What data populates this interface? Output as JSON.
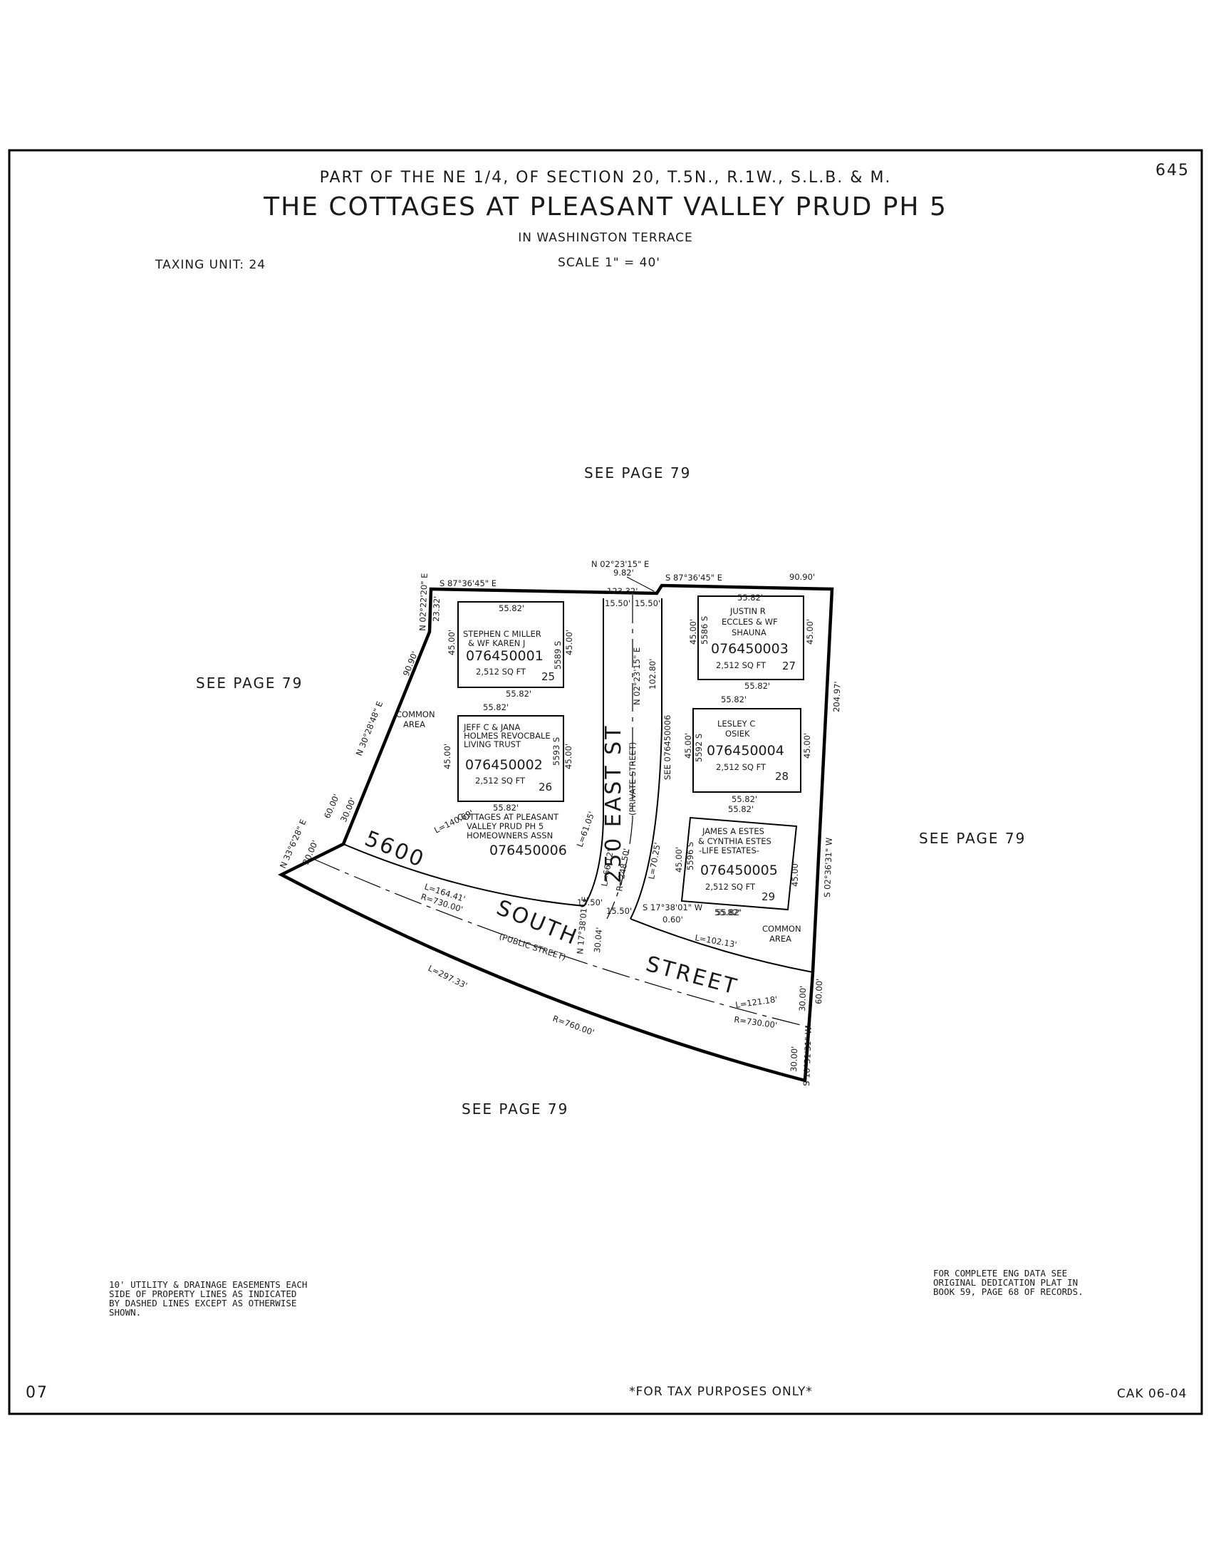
{
  "header": {
    "section_line": "PART OF THE NE 1/4, OF SECTION 20, T.5N., R.1W., S.L.B. & M.",
    "title": "THE COTTAGES AT PLEASANT VALLEY PRUD PH 5",
    "location": "IN WASHINGTON TERRACE",
    "scale": "SCALE 1\" = 40'",
    "taxing_unit": "TAXING UNIT: 24",
    "page_number": "645"
  },
  "see_pages": {
    "top": "SEE PAGE 79",
    "left": "SEE PAGE 79",
    "right": "SEE PAGE 79",
    "bottom": "SEE PAGE 79"
  },
  "streets": {
    "private_name": "250 EAST ST",
    "private_type": "(PRIVATE STREET)",
    "public_word1": "5600",
    "public_word2": "SOUTH",
    "public_word3": "STREET",
    "public_type": "(PUBLIC STREET)"
  },
  "common_area": {
    "left": [
      "COMMON",
      "AREA"
    ],
    "right": [
      "COMMON",
      "AREA"
    ]
  },
  "lots": [
    {
      "owner": [
        "STEPHEN C MILLER",
        "& WF KAREN J"
      ],
      "parcel": "076450001",
      "area": "2,512 SQ FT",
      "lot": "25",
      "address": "5589 S",
      "top": "55.82'",
      "bottom": "55.82'",
      "left": "45.00'",
      "right": "45.00'"
    },
    {
      "owner": [
        "JEFF C & JANA",
        "HOLMES REVOCBALE",
        "LIVING TRUST"
      ],
      "parcel": "076450002",
      "area": "2,512 SQ FT",
      "lot": "26",
      "address": "5593 S",
      "top": "55.82'",
      "bottom": "55.82'",
      "left": "45.00'",
      "right": "45.00'"
    },
    {
      "owner": [
        "JUSTIN R",
        "ECCLES & WF",
        "SHAUNA"
      ],
      "parcel": "076450003",
      "area": "2,512 SQ FT",
      "lot": "27",
      "address": "5586 S",
      "top": "55.82'",
      "bottom": "55.82'",
      "left": "45.00'",
      "right": "45.00'"
    },
    {
      "owner": [
        "LESLEY C",
        "OSIEK"
      ],
      "parcel": "076450004",
      "area": "2,512 SQ FT",
      "lot": "28",
      "address": "5592 S",
      "top": "55.82'",
      "bottom": "55.82'",
      "left": "45.00'",
      "right": "45.00'"
    },
    {
      "owner": [
        "JAMES A ESTES",
        "& CYNTHIA ESTES",
        "-LIFE ESTATES-"
      ],
      "parcel": "076450005",
      "area": "2,512 SQ FT",
      "lot": "29",
      "address": "5596 S",
      "top": "55.82'",
      "bottom": "55.82'",
      "left": "45.00'",
      "right": "45.00'"
    }
  ],
  "hoa": {
    "lines": [
      "COTTAGES AT PLEASANT",
      "VALLEY PRUD PH 5",
      "HOMEOWNERS ASSN"
    ],
    "parcel": "076450006",
    "see_ref": "SEE 076450006"
  },
  "dimensions": {
    "top_left_bearing": "S 87°36'45\" E",
    "top_right_bearing": "S 87°36'45\" E",
    "top_mid_bearing": "N 02°23'15\" E",
    "top_mid_dist": "9.82'",
    "top_width_total": "123.32'",
    "top_right_dist": "90.90'",
    "row_15_50_a": "15.50'",
    "row_15_50_b": "15.50'",
    "left_short_bearing": "N 02°22'20\" E",
    "left_short_dist": "23.32'",
    "diag_dist": "90.90'",
    "diag_bearing": "N 30°28'48\" E",
    "west_60": "60.00'",
    "west_30a": "30.00'",
    "west_30b": "30.00'",
    "west_bearing": "N 33°6'28\" E",
    "private_bearing": "N 02°23'15\" E",
    "private_dist": "102.80'",
    "east_side_dist": "204.97'",
    "east_bearing": "S 02°36'31\" W",
    "arc_L_140": "L=140.69'",
    "arc_L_61": "L=61.05'",
    "arc_L_66": "L=66.12'",
    "arc_R_248": "R=248.50'",
    "arc_L_70": "L=70.25'",
    "arc_L_164": "L=164.41'",
    "arc_R_730a": "R=730.00'",
    "arc_L_102": "L=102.13'",
    "arc_L_297": "L=297.33'",
    "arc_R_760": "R=760.00'",
    "arc_L_121": "L=121.18'",
    "arc_R_730b": "R=730.00'",
    "street_bearing": "N 17°38'01\" E",
    "street_30": "30.04'",
    "bot_15_50_a": "15.50'",
    "bot_15_50_b": "15.50'",
    "south_bearing": "S 17°38'01\" W",
    "south_dist": "55.82'",
    "south_short": "0.60'",
    "se_30a": "30.00'",
    "se_60": "60.00'",
    "se_30b": "30.00'",
    "se_bearing": "S 10°51'31\" W"
  },
  "notes": {
    "easement": [
      "10' UTILITY & DRAINAGE EASEMENTS EACH",
      "SIDE OF PROPERTY LINES AS INDICATED",
      "BY DASHED LINES EXCEPT AS OTHERWISE",
      "SHOWN."
    ],
    "eng_data": [
      "FOR COMPLETE ENG DATA SEE",
      "ORIGINAL DEDICATION PLAT IN",
      "BOOK 59, PAGE 68 OF RECORDS."
    ]
  },
  "footer": {
    "left": "07",
    "center": "*FOR TAX PURPOSES ONLY*",
    "right": "CAK 06-04"
  }
}
